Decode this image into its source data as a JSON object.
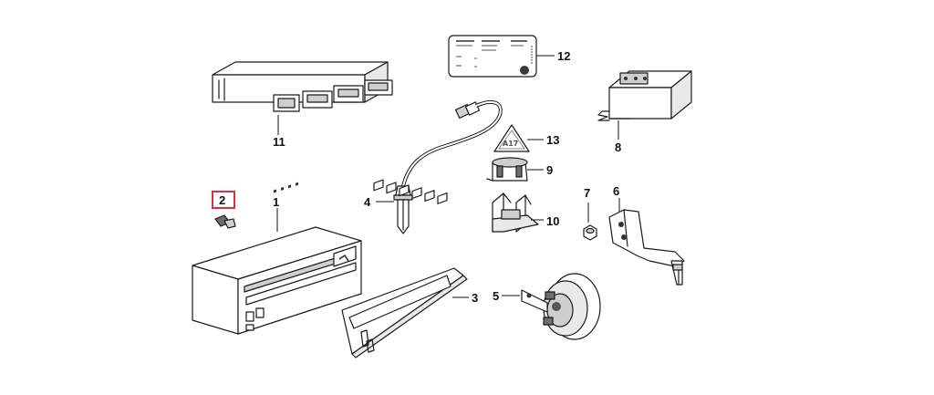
{
  "callouts": {
    "c1": "1",
    "c2": "2",
    "c3": "3",
    "c4": "4",
    "c5": "5",
    "c6": "6",
    "c7": "7",
    "c8": "8",
    "c9": "9",
    "c10": "10",
    "c11": "11",
    "c12": "12",
    "c13": "13"
  },
  "highlight": {
    "callout": "2",
    "color": "#e0303a"
  },
  "logo_text": "A17"
}
